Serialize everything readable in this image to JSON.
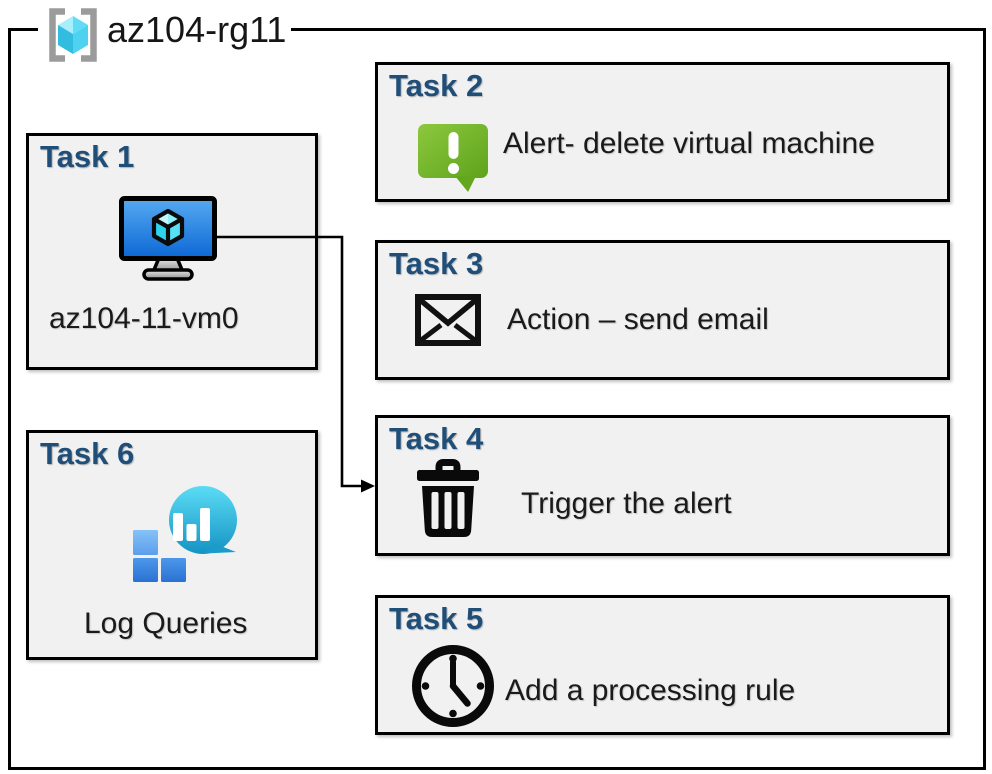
{
  "diagram": {
    "resource_group": {
      "name": "az104-rg11",
      "icon": "resource-group-icon"
    },
    "tasks": [
      {
        "label": "Task 1",
        "text": "az104-11-vm0",
        "icon": "virtual-machine-icon"
      },
      {
        "label": "Task 2",
        "text": "Alert- delete virtual machine",
        "icon": "alert-message-icon"
      },
      {
        "label": "Task 3",
        "text": "Action – send email",
        "icon": "email-envelope-icon"
      },
      {
        "label": "Task 4",
        "text": "Trigger the alert",
        "icon": "trash-delete-icon"
      },
      {
        "label": "Task 5",
        "text": "Add a processing rule",
        "icon": "clock-icon"
      },
      {
        "label": "Task 6",
        "text": "Log Queries",
        "icon": "log-analytics-icon"
      }
    ],
    "connector": {
      "from": "Task 1 virtual machine",
      "to": "Task 4"
    },
    "colors": {
      "task_label_blue": "#1F4E79",
      "box_fill": "#F1F1F1",
      "outline": "#000000",
      "vm_screen_blue": "#1673DC",
      "alert_green": "#76B82C",
      "log_bubble_teal": "#2BB3DA",
      "log_square_blue": "#2E7EDC",
      "rg_cube_cyan": "#50D8F2",
      "rg_bracket_gray": "#9B9B9B"
    }
  }
}
